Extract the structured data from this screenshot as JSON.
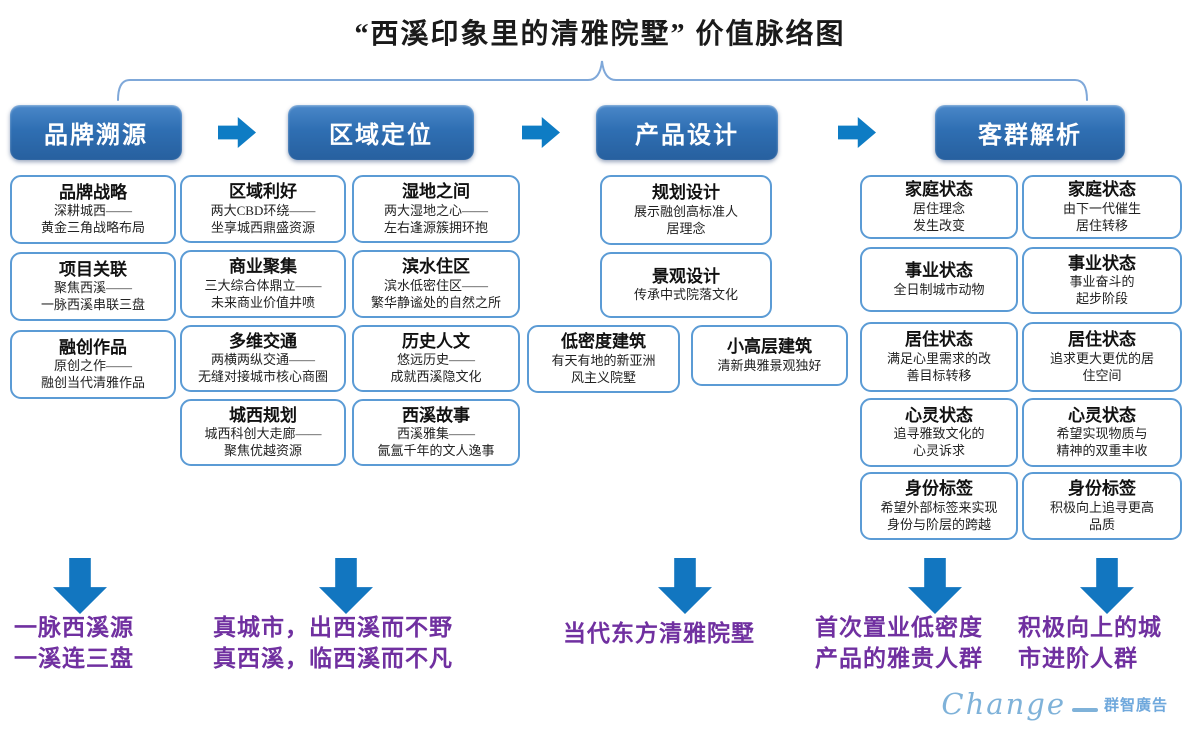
{
  "title": "“西溪印象里的清雅院墅” 价值脉络图",
  "stages": [
    {
      "label": "品牌溯源"
    },
    {
      "label": "区域定位"
    },
    {
      "label": "产品设计"
    },
    {
      "label": "客群解析"
    }
  ],
  "brand": {
    "items": [
      {
        "title": "品牌战略",
        "desc": "深耕城西——\n黄金三角战略布局"
      },
      {
        "title": "项目关联",
        "desc": "聚焦西溪——\n一脉西溪串联三盘"
      },
      {
        "title": "融创作品",
        "desc": "原创之作——\n融创当代清雅作品"
      }
    ]
  },
  "region": {
    "left": [
      {
        "title": "区域利好",
        "desc": "两大CBD环绕——\n坐享城西鼎盛资源"
      },
      {
        "title": "商业聚集",
        "desc": "三大综合体鼎立——\n未来商业价值井喷"
      },
      {
        "title": "多维交通",
        "desc": "两横两纵交通——\n无缝对接城市核心商圈"
      },
      {
        "title": "城西规划",
        "desc": "城西科创大走廊——\n聚焦优越资源"
      }
    ],
    "right": [
      {
        "title": "湿地之间",
        "desc": "两大湿地之心——\n左右逢源簇拥环抱"
      },
      {
        "title": "滨水住区",
        "desc": "滨水低密住区——\n繁华静谧处的自然之所"
      },
      {
        "title": "历史人文",
        "desc": "悠远历史——\n成就西溪隐文化"
      },
      {
        "title": "西溪故事",
        "desc": "西溪雅集——\n氤氲千年的文人逸事"
      }
    ]
  },
  "product": {
    "main": [
      {
        "title": "规划设计",
        "desc": "展示融创高标准人\n居理念"
      },
      {
        "title": "景观设计",
        "desc": "传承中式院落文化"
      }
    ],
    "low_density": {
      "title": "低密度建筑",
      "desc": "有天有地的新亚洲\n风主义院墅"
    },
    "high_rise": {
      "title": "小高层建筑",
      "desc": "清新典雅景观独好"
    }
  },
  "customer": {
    "left": [
      {
        "title": "家庭状态",
        "desc": "居住理念\n发生改变"
      },
      {
        "title": "事业状态",
        "desc": "全日制城市动物"
      },
      {
        "title": "居住状态",
        "desc": "满足心里需求的改\n善目标转移"
      },
      {
        "title": "心灵状态",
        "desc": "追寻雅致文化的\n心灵诉求"
      },
      {
        "title": "身份标签",
        "desc": "希望外部标签来实现\n身份与阶层的跨越"
      }
    ],
    "right": [
      {
        "title": "家庭状态",
        "desc": "由下一代催生\n居住转移"
      },
      {
        "title": "事业状态",
        "desc": "事业奋斗的\n起步阶段"
      },
      {
        "title": "居住状态",
        "desc": "追求更大更优的居\n住空间"
      },
      {
        "title": "心灵状态",
        "desc": "希望实现物质与\n精神的双重丰收"
      },
      {
        "title": "身份标签",
        "desc": "积极向上追寻更高\n品质"
      }
    ]
  },
  "conclusions": [
    {
      "text": "一脉西溪源\n一溪连三盘"
    },
    {
      "text": "真城市，出西溪而不野\n真西溪，临西溪而不凡"
    },
    {
      "text": "当代东方清雅院墅"
    },
    {
      "text": "首次置业低密度\n产品的雅贵人群"
    },
    {
      "text": "积极向上的城\n市进阶人群"
    }
  ],
  "logo": {
    "script": "Change",
    "name": "群智廣告"
  },
  "colors": {
    "stage_blue": "#2f6fb3",
    "arrow_blue": "#0e7cc4",
    "card_border_blue": "#5b9bd5",
    "conclusion_purple": "#7030a0",
    "brace_blue": "#7fa8d9",
    "logo_blue": "#7fb2d9"
  }
}
